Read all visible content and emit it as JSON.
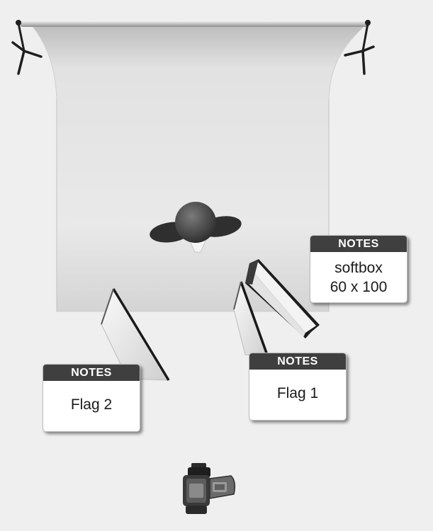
{
  "notes": {
    "softbox": {
      "header": "NOTES",
      "text": "softbox\n60 x 100"
    },
    "flag1": {
      "header": "NOTES",
      "text": "Flag 1"
    },
    "flag2": {
      "header": "NOTES",
      "text": "Flag 2"
    }
  },
  "icons": [
    "backdrop-stand-icon",
    "backdrop-stand-icon",
    "model-icon",
    "softbox-icon",
    "flag-icon",
    "flag-icon",
    "camera-icon"
  ],
  "colors": {
    "background": "#efefef",
    "backdrop": "#d8d8d8",
    "note_header": "#3f3f3f",
    "note_body": "#ffffff"
  }
}
